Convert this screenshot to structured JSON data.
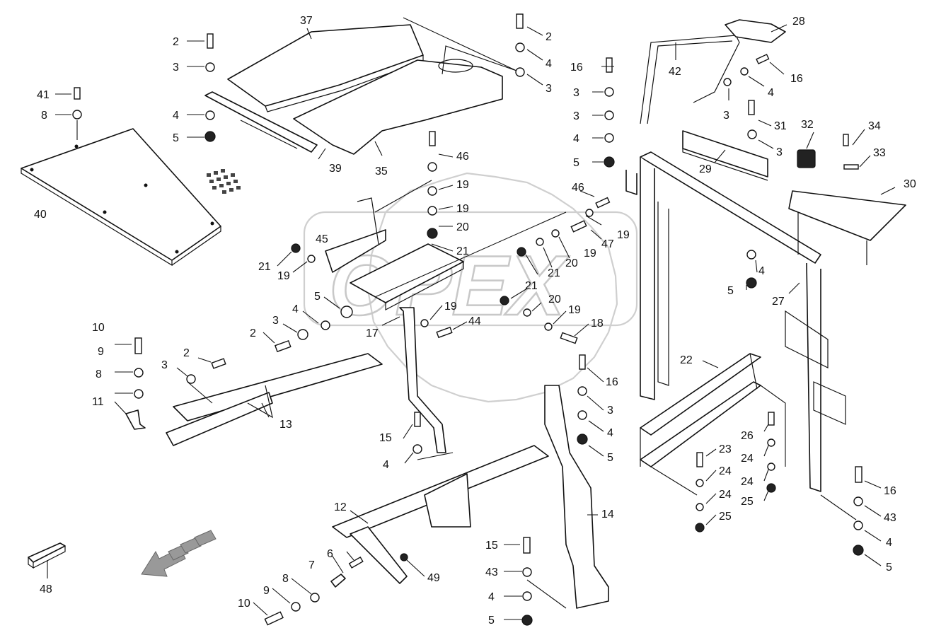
{
  "watermark": {
    "text": "OPEX"
  },
  "callouts": [
    "2",
    "3",
    "4",
    "5",
    "37",
    "41",
    "8",
    "40",
    "39",
    "35",
    "2",
    "4",
    "3",
    "16",
    "3",
    "3",
    "4",
    "5",
    "42",
    "28",
    "16",
    "4",
    "3",
    "31",
    "3",
    "32",
    "34",
    "33",
    "29",
    "30",
    "46",
    "19",
    "19",
    "20",
    "21",
    "45",
    "21",
    "19",
    "5",
    "4",
    "3",
    "2",
    "17",
    "19",
    "44",
    "46",
    "19",
    "47",
    "19",
    "20",
    "21",
    "21",
    "20",
    "19",
    "18",
    "4",
    "5",
    "27",
    "10",
    "9",
    "8",
    "11",
    "2",
    "3",
    "13",
    "15",
    "4",
    "16",
    "3",
    "4",
    "5",
    "22",
    "26",
    "24",
    "24",
    "25",
    "23",
    "24",
    "24",
    "25",
    "16",
    "43",
    "4",
    "5",
    "12",
    "14",
    "6",
    "7",
    "8",
    "9",
    "10",
    "49",
    "15",
    "43",
    "4",
    "5",
    "48"
  ]
}
